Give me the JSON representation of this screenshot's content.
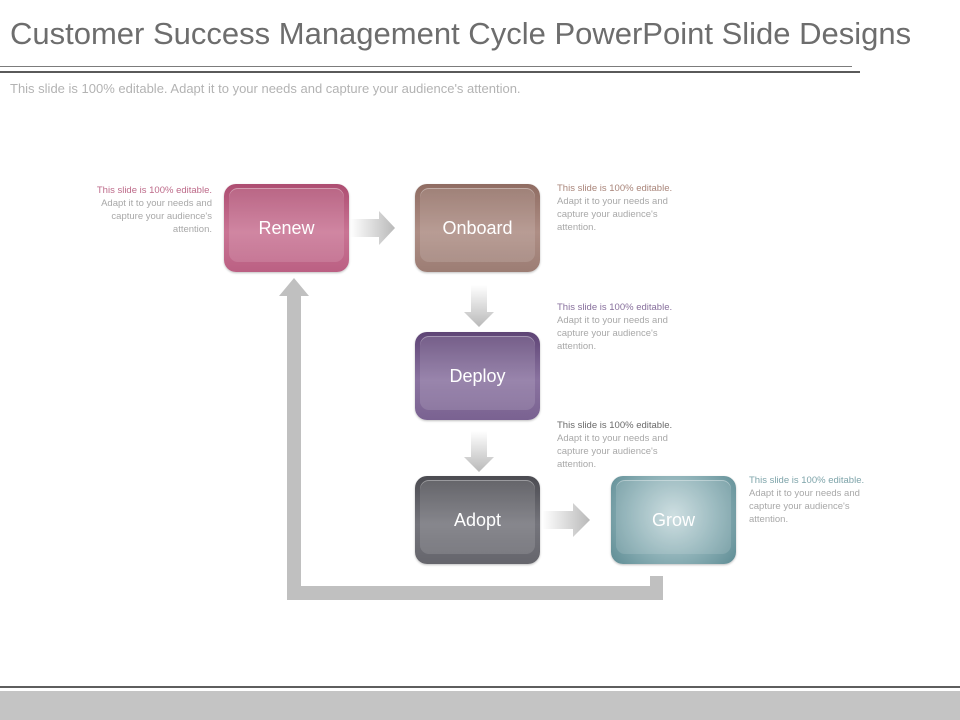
{
  "slide": {
    "title": "Customer Success Management Cycle PowerPoint Slide Designs",
    "subtitle": "This slide is 100% editable. Adapt it to your needs and capture your audience's attention."
  },
  "steps": [
    {
      "label": "Renew",
      "color": "#c46a8d"
    },
    {
      "label": "Onboard",
      "color": "#a78a80"
    },
    {
      "label": "Deploy",
      "color": "#84699b"
    },
    {
      "label": "Adopt",
      "color": "#6e6e75"
    },
    {
      "label": "Grow",
      "color": "#7ea4aa"
    }
  ],
  "descriptions": [
    {
      "head": "This slide is 100% editable.",
      "body": "Adapt it to your needs and capture your audience's attention."
    },
    {
      "head": "This slide is 100% editable.",
      "body": "Adapt it to your needs and capture your audience's attention."
    },
    {
      "head": "This slide is 100% editable.",
      "body": "Adapt it to your needs and capture your audience's attention."
    },
    {
      "head": "This slide is 100% editable.",
      "body": "Adapt it to your needs and capture your audience's attention."
    },
    {
      "head": "This slide is 100% editable.",
      "body": "Adapt it to your needs and capture your audience's attention."
    }
  ],
  "connector_color": "#c0c0c0"
}
